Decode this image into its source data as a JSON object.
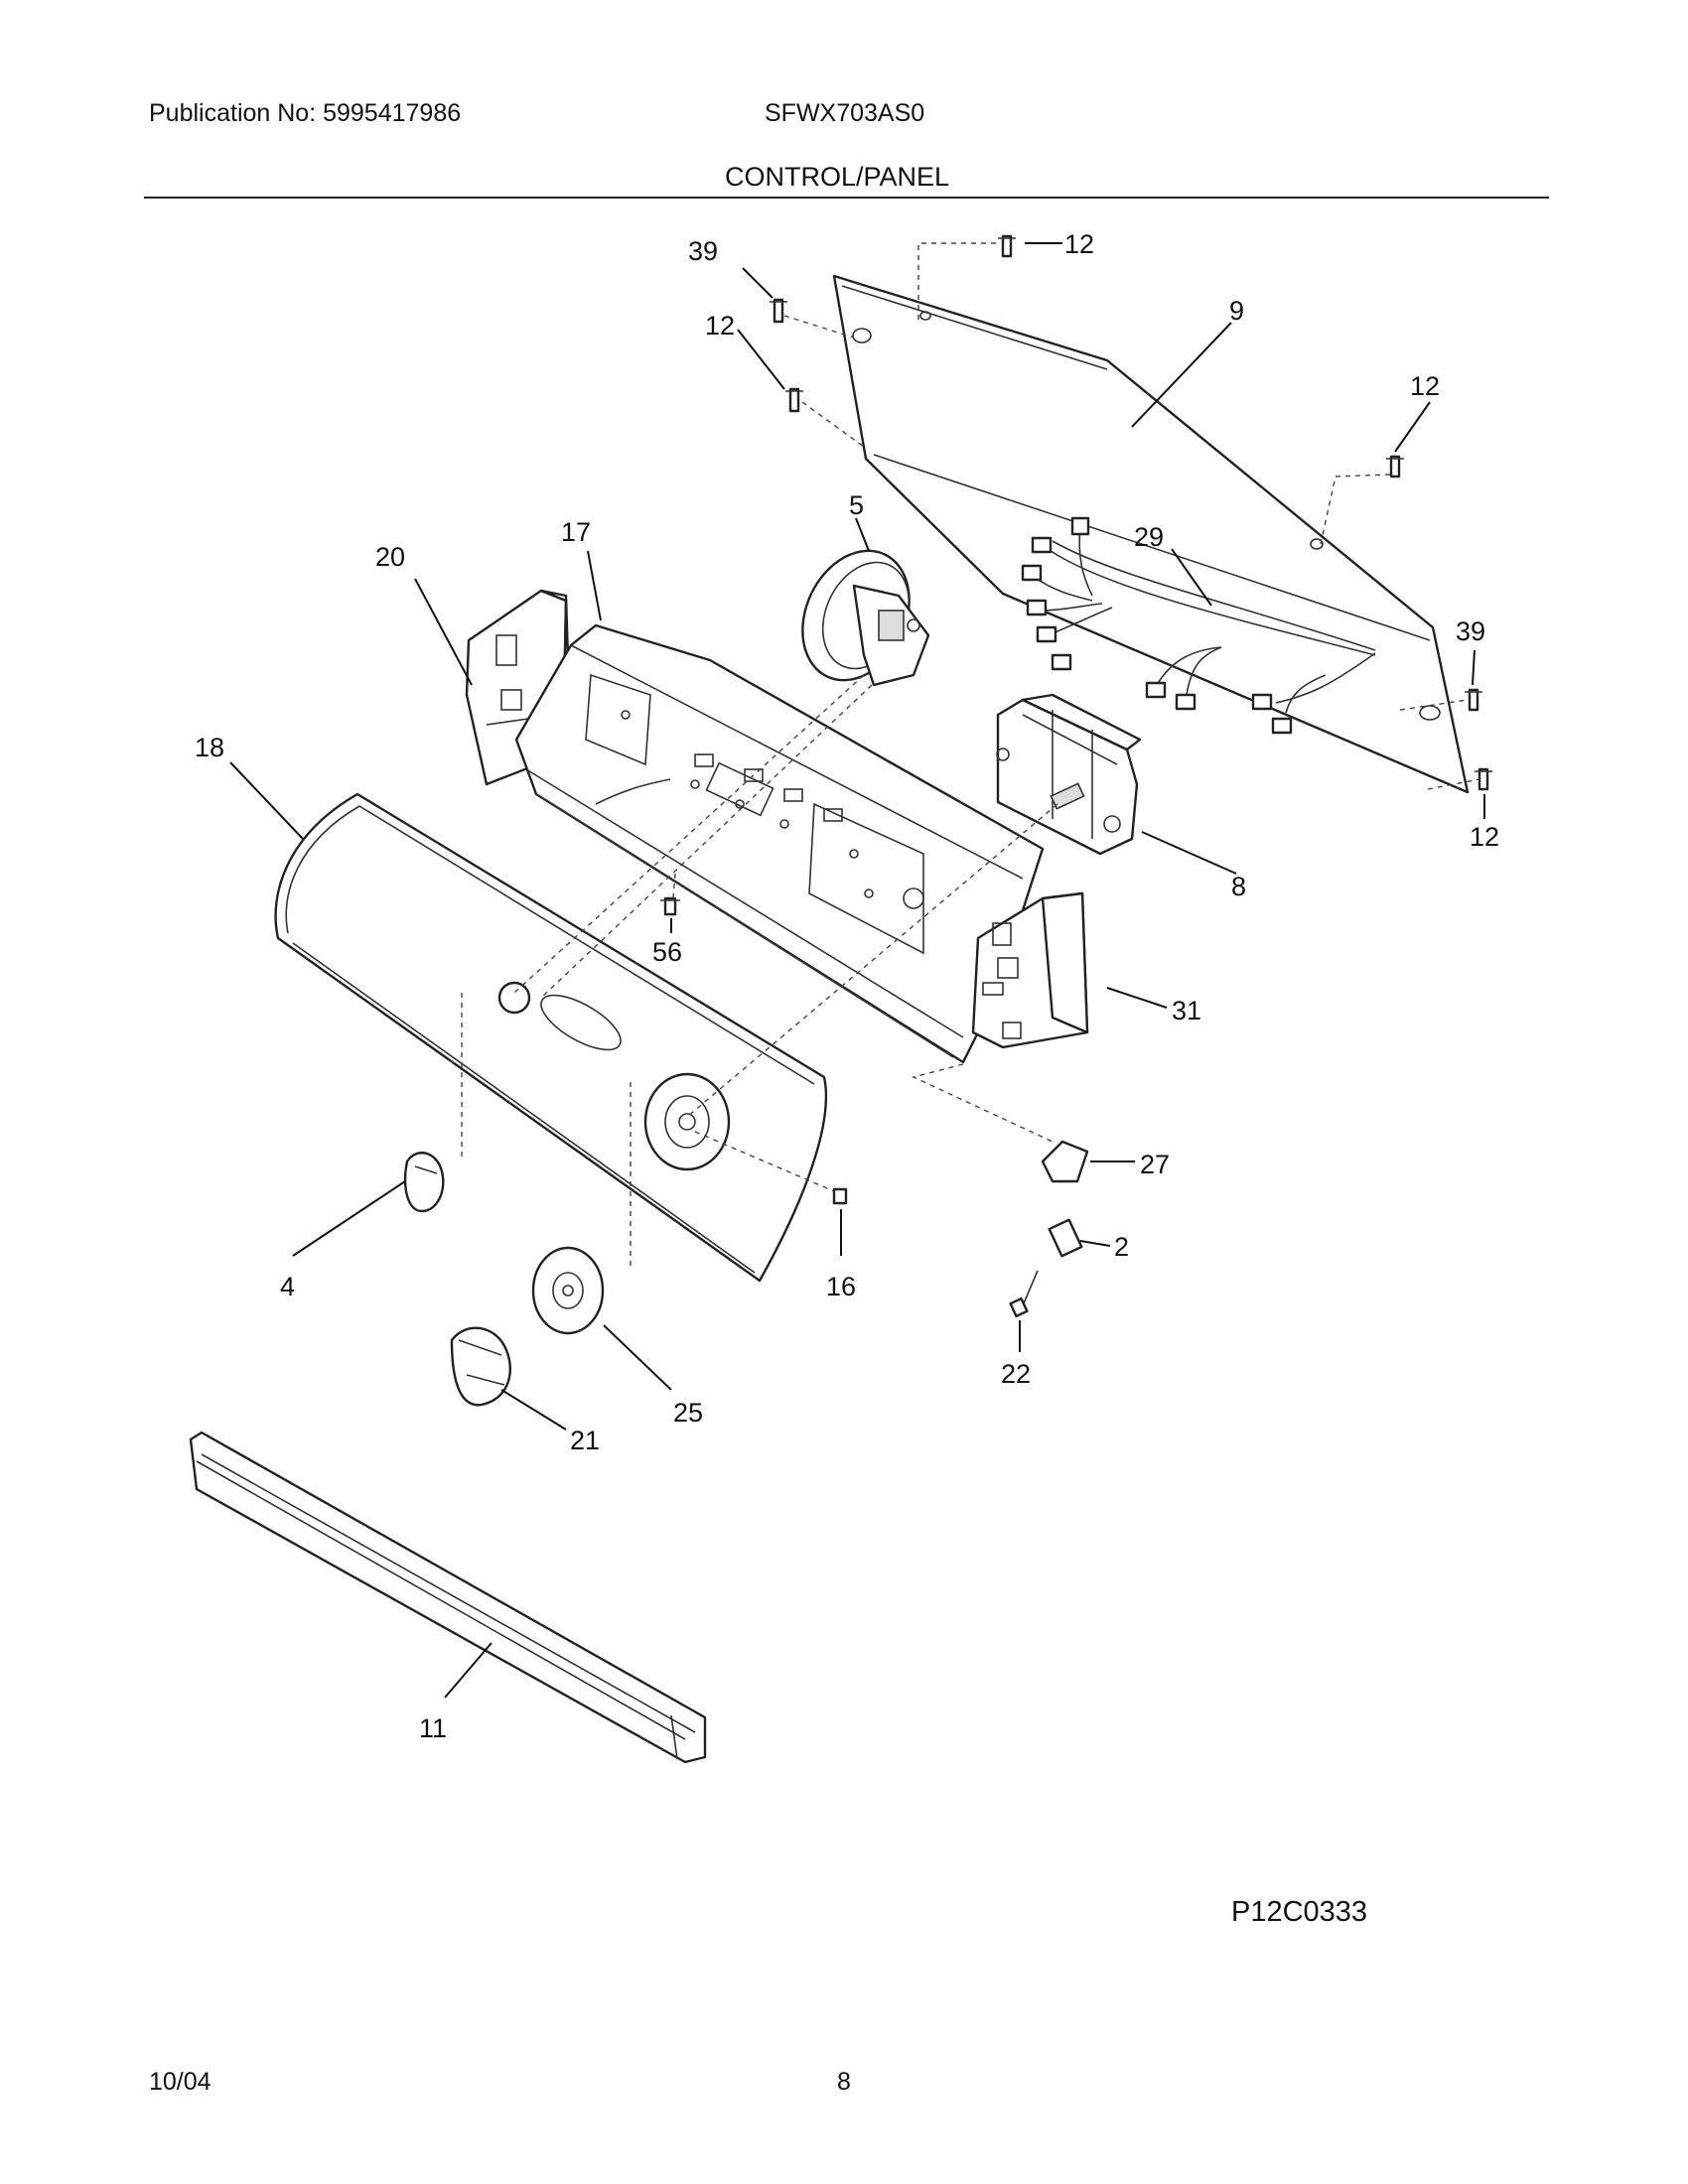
{
  "header": {
    "publication": "Publication No: 5995417986",
    "model": "SFWX703AS0",
    "section_title": "CONTROL/PANEL"
  },
  "callouts": [
    {
      "id": "c39a",
      "label": "39"
    },
    {
      "id": "c12a",
      "label": "12"
    },
    {
      "id": "c12b",
      "label": "12"
    },
    {
      "id": "c9",
      "label": "9"
    },
    {
      "id": "c12c",
      "label": "12"
    },
    {
      "id": "c5",
      "label": "5"
    },
    {
      "id": "c17",
      "label": "17"
    },
    {
      "id": "c20",
      "label": "20"
    },
    {
      "id": "c29",
      "label": "29"
    },
    {
      "id": "c39b",
      "label": "39"
    },
    {
      "id": "c18",
      "label": "18"
    },
    {
      "id": "c12d",
      "label": "12"
    },
    {
      "id": "c8",
      "label": "8"
    },
    {
      "id": "c56",
      "label": "56"
    },
    {
      "id": "c31",
      "label": "31"
    },
    {
      "id": "c27",
      "label": "27"
    },
    {
      "id": "c2",
      "label": "2"
    },
    {
      "id": "c4",
      "label": "4"
    },
    {
      "id": "c16",
      "label": "16"
    },
    {
      "id": "c25",
      "label": "25"
    },
    {
      "id": "c22",
      "label": "22"
    },
    {
      "id": "c21",
      "label": "21"
    },
    {
      "id": "c11",
      "label": "11"
    }
  ],
  "footer": {
    "diagram_code": "P12C0333",
    "date": "10/04",
    "page_number": "8"
  }
}
